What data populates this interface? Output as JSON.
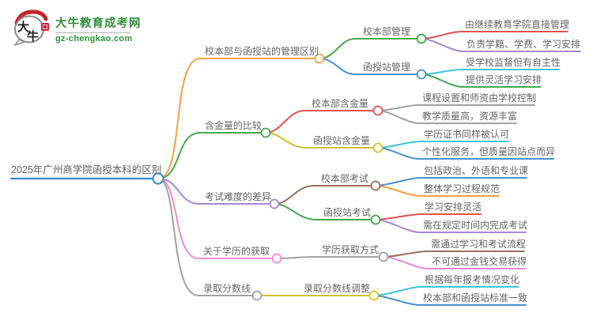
{
  "site": {
    "logo_title": "大牛教育成考网",
    "logo_domain": "gz-chengkao.com",
    "logo_seal_char1": "大",
    "logo_seal_char2": "牛"
  },
  "palette": {
    "blue": "#4a8fd0",
    "orange": "#f7a144",
    "green": "#43a84e",
    "red": "#e25353",
    "purple": "#a987d1",
    "pink": "#f088d5",
    "gray": "#a2a2a2",
    "yellow": "#cfc431",
    "cyan": "#3ec6e0",
    "brown": "#9c6f5c",
    "logogreen": "#2f9039",
    "sealred": "#c5262c"
  },
  "mindmap": {
    "root": "2025年广州商学院函授本科的区别",
    "branches": [
      {
        "label": "校本部与函授站的管理区别",
        "children": [
          {
            "label": "校本部管理",
            "leaves": [
              "由继续教育学院直接管理",
              "负责学籍、学费、学习安排"
            ]
          },
          {
            "label": "函授站管理",
            "leaves": [
              "受学校监督但有自主性",
              "提供灵活学习安排"
            ]
          }
        ]
      },
      {
        "label": "含金量的比较",
        "children": [
          {
            "label": "校本部含金量",
            "leaves": [
              "课程设置和师资由学校控制",
              "教学质量高，资源丰富"
            ]
          },
          {
            "label": "函授站含金量",
            "leaves": [
              "学历证书同样被认可",
              "个性化服务，但质量因站点而异"
            ]
          }
        ]
      },
      {
        "label": "考试难度的差异",
        "children": [
          {
            "label": "校本部考试",
            "leaves": [
              "包括政治、外语和专业课",
              "整体学习过程规范"
            ]
          },
          {
            "label": "函授站考试",
            "leaves": [
              "学习安排灵活",
              "需在规定时间内完成考试"
            ]
          }
        ]
      },
      {
        "label": "关于学历的获取",
        "children": [
          {
            "label": "学历获取方式",
            "leaves": [
              "需通过学习和考试流程",
              "不可通过金钱交易获得"
            ]
          }
        ]
      },
      {
        "label": "录取分数线",
        "children": [
          {
            "label": "录取分数线调整",
            "leaves": [
              "根据每年报考情况变化",
              "校本部和函授站标准一致"
            ]
          }
        ]
      }
    ]
  }
}
